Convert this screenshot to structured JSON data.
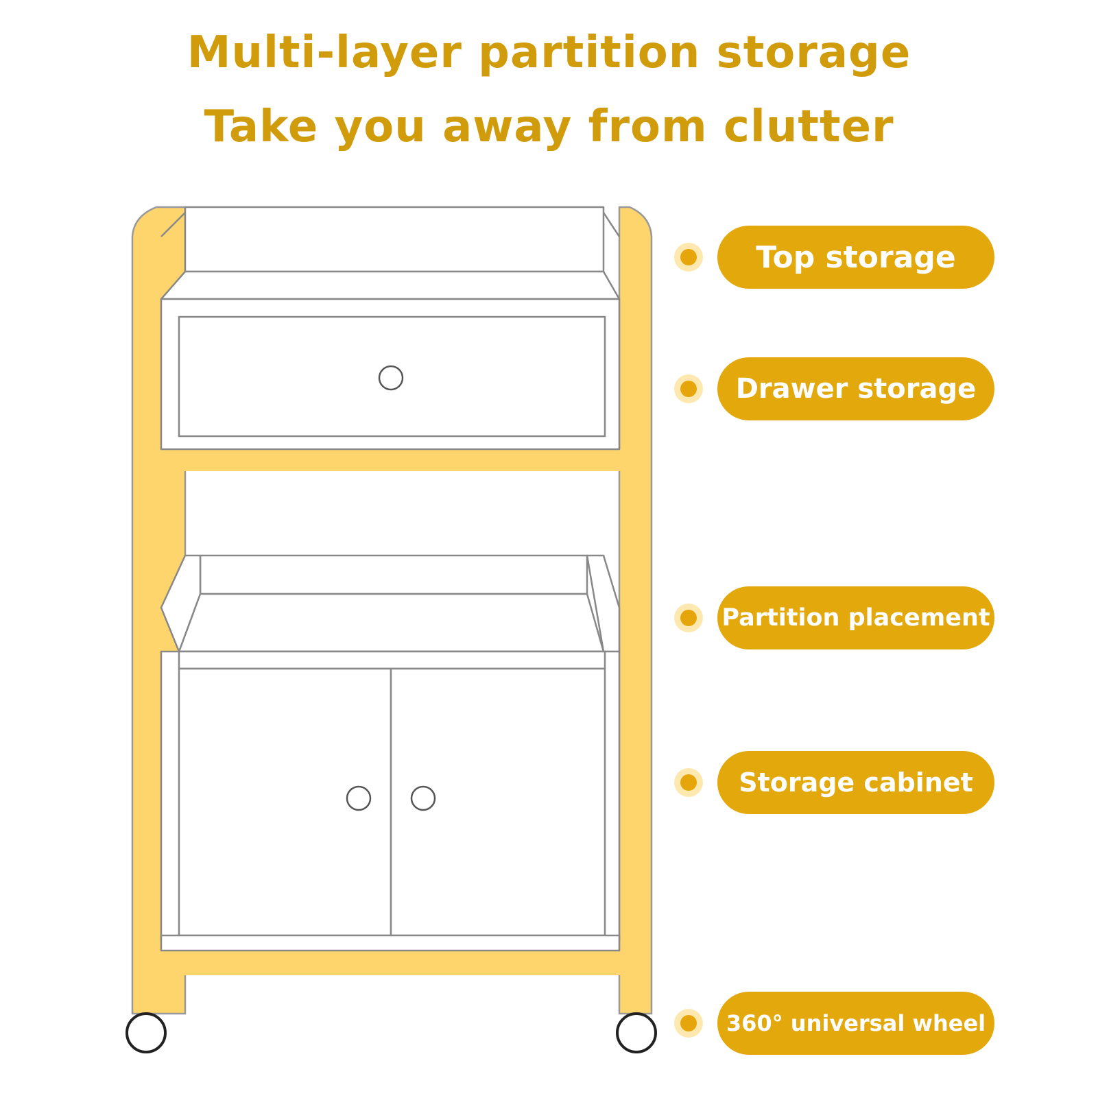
{
  "title": {
    "line1": "Multi-layer partition storage",
    "line2": "Take you away from clutter"
  },
  "colors": {
    "accent": "#e2a80c",
    "title": "#d19c0c",
    "frame": "#fed56c",
    "outline": "#888888",
    "background": "#ffffff"
  },
  "features": [
    {
      "label": "Top storage"
    },
    {
      "label": "Drawer storage"
    },
    {
      "label": "Partition placement"
    },
    {
      "label": "Storage cabinet"
    },
    {
      "label": "360° universal wheel"
    }
  ]
}
